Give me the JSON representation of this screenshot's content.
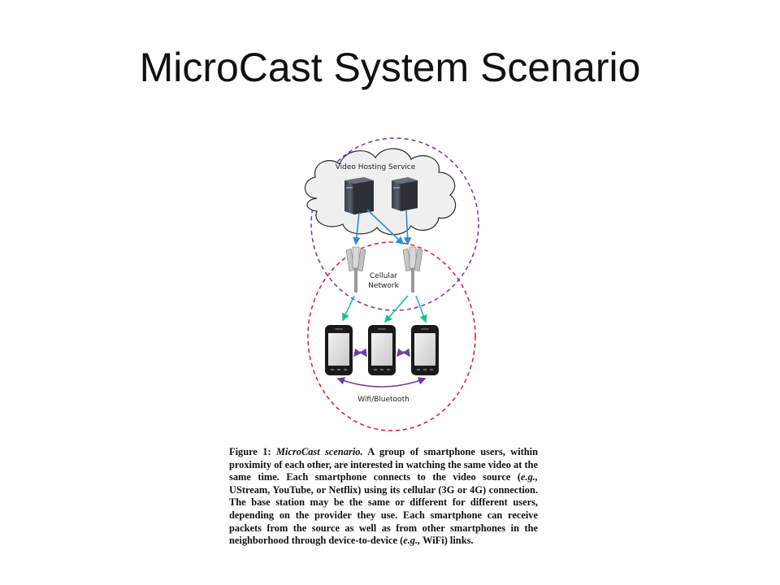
{
  "slide": {
    "title": "MicroCast System Scenario"
  },
  "diagram": {
    "cloud_label": "Video Hosting Service",
    "network_label_line1": "Cellular",
    "network_label_line2": "Network",
    "d2d_label": "Wifi/Bluetooth",
    "colors": {
      "cloud_boundary": "#7b3fa0",
      "cellular_boundary": "#e0233a",
      "server_links": "#2a8fd8",
      "cellular_links": "#1cbf9a",
      "d2d_links": "#6b3fa0"
    },
    "icons": [
      "server-icon",
      "cell-tower-icon",
      "smartphone-icon",
      "cloud-icon"
    ]
  },
  "caption": {
    "figure_number": "Figure 1:",
    "figure_name": "MicroCast scenario.",
    "text_1": "A group of smartphone users, within proximity of each other, are interested in watching the same video at the same time. Each smartphone connects to the video source (",
    "eg1": "e.g.,",
    "text_2": " UStream, YouTube, or Netflix) using its cellular (3G or 4G) connection. The base station may be the same or different for different users, depending on the provider they use. Each smartphone can receive packets from the source as well as from other smartphones in the neighborhood through device-to-device (",
    "eg2": "e.g.,",
    "text_3": " WiFi) links."
  }
}
